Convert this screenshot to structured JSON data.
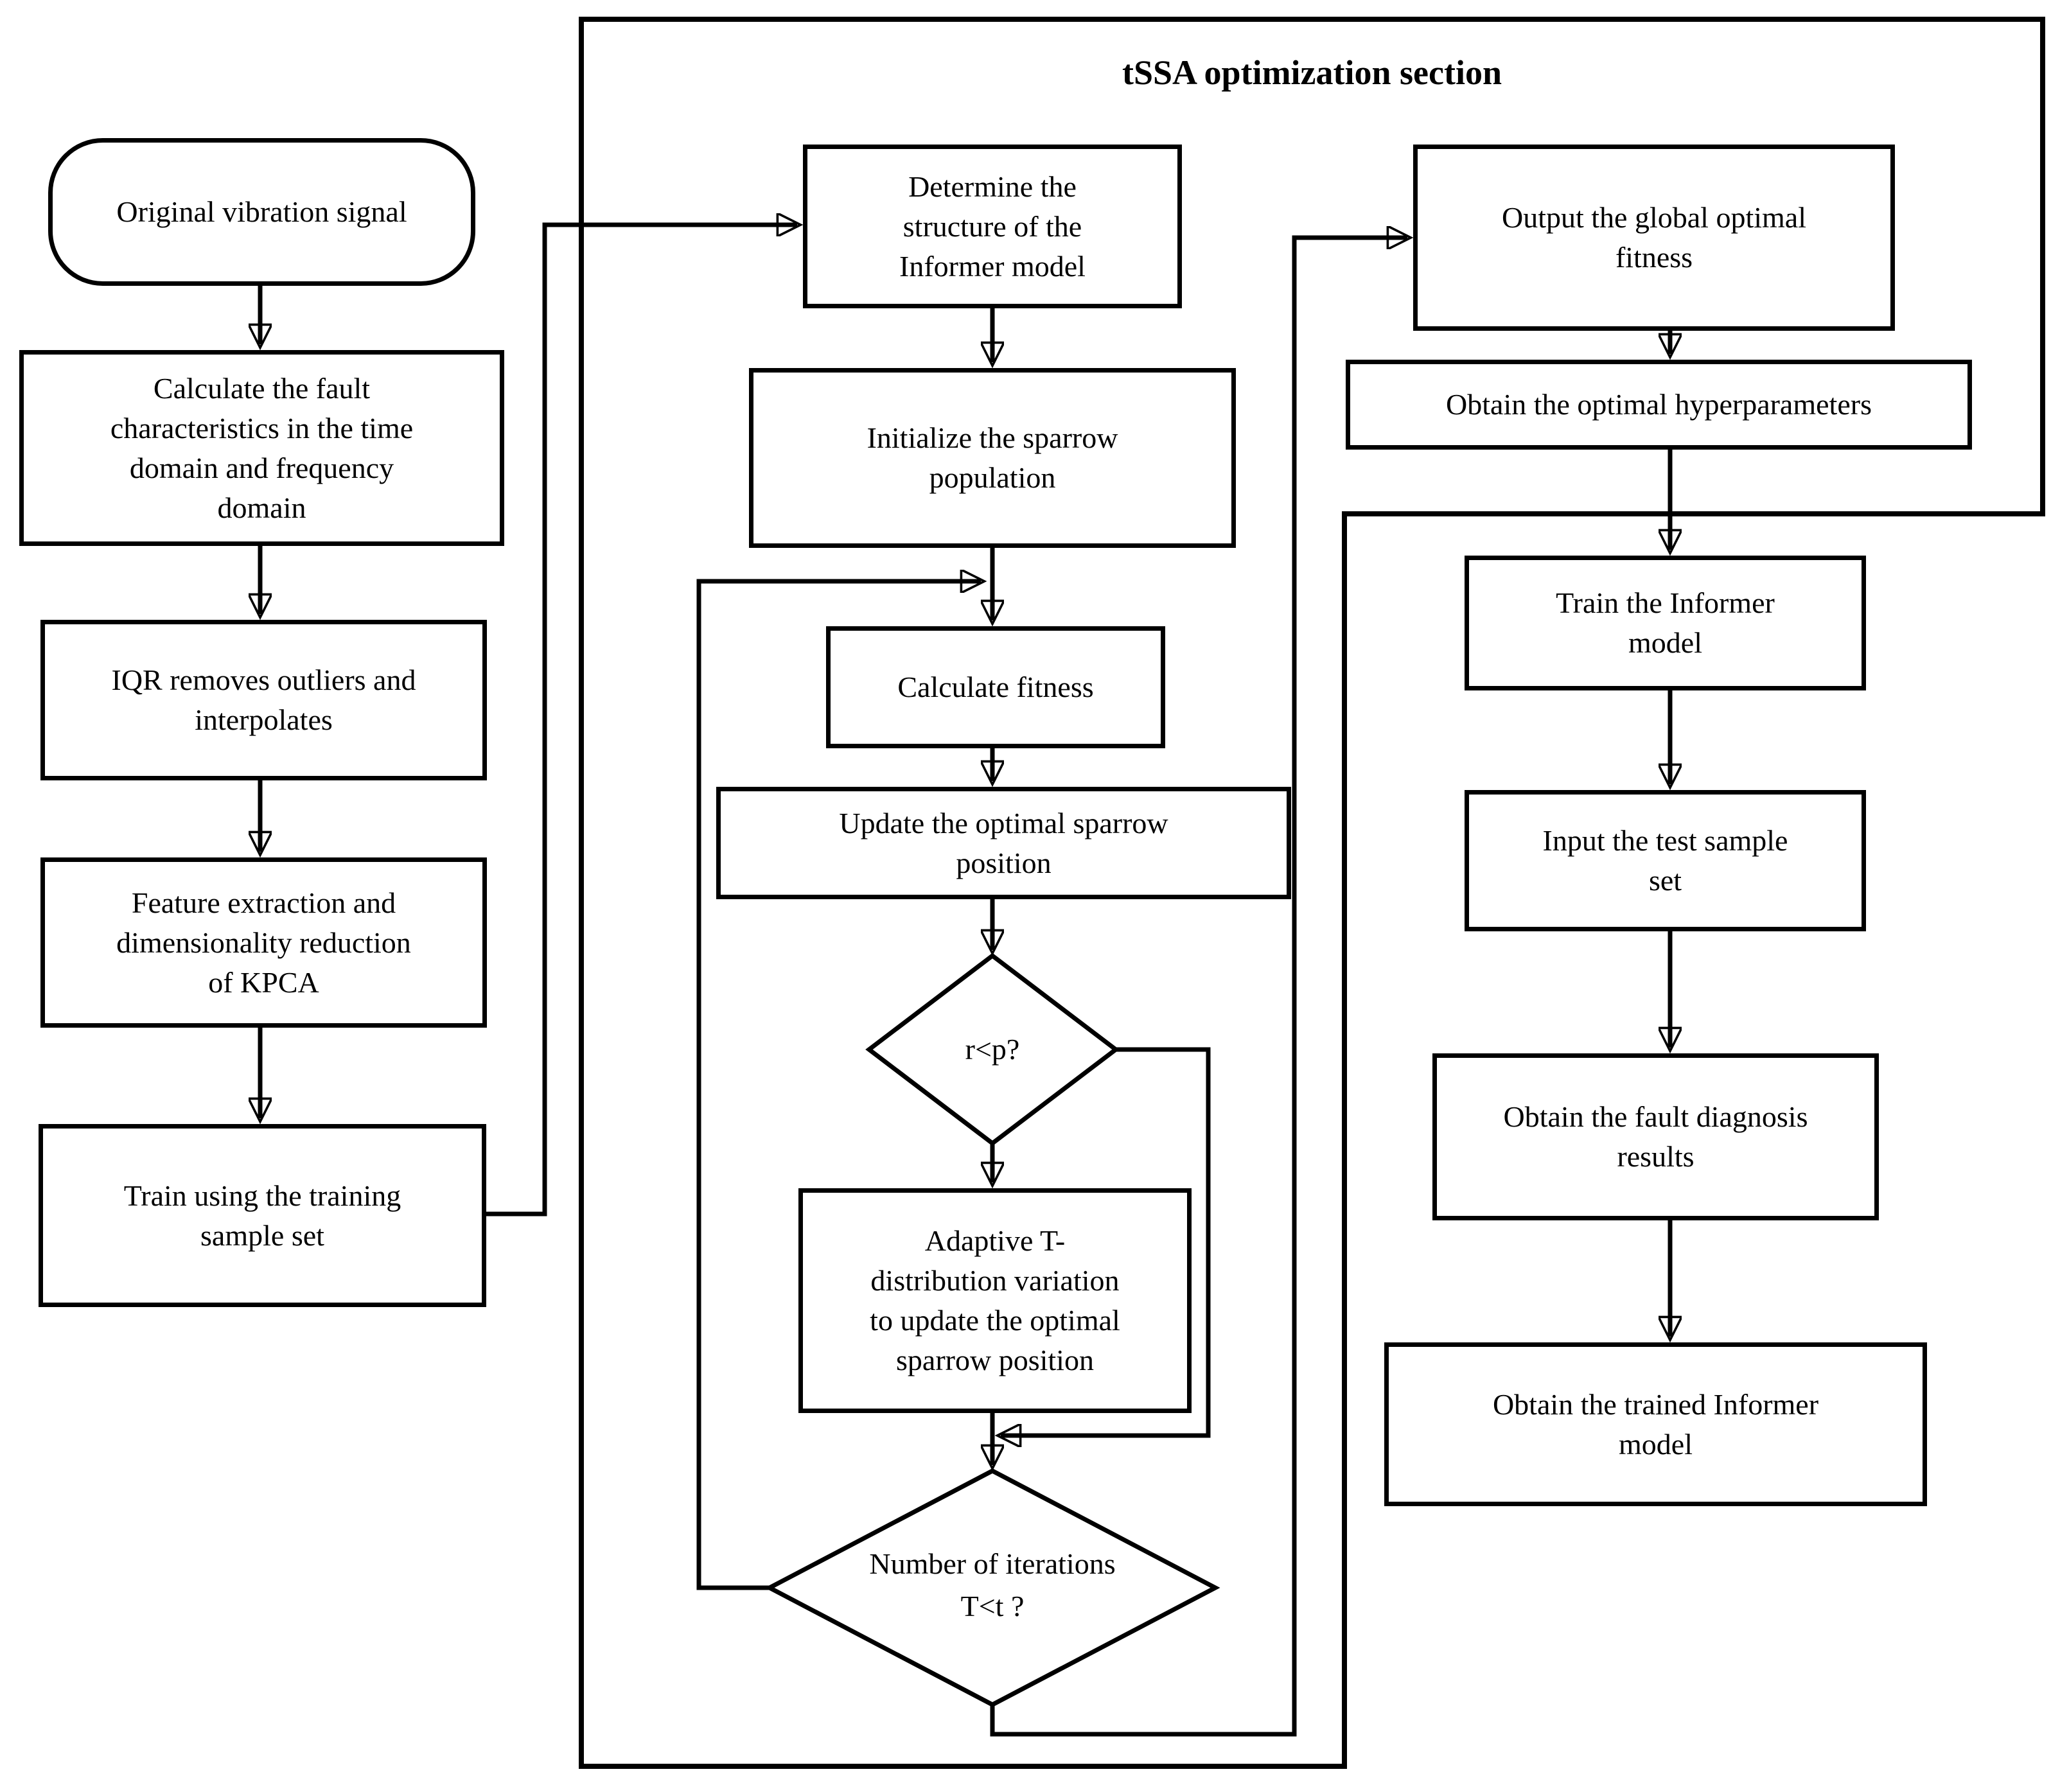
{
  "title": "tSSA optimization section",
  "nodes": {
    "original": {
      "label": "Original vibration signal"
    },
    "calc_fault": {
      "label": "Calculate the fault\ncharacteristics in the time\ndomain and frequency\ndomain"
    },
    "iqr": {
      "label": "IQR removes outliers and\ninterpolates"
    },
    "kpca": {
      "label": "Feature extraction and\ndimensionality reduction\nof KPCA"
    },
    "train_sample": {
      "label": "Train using the training\nsample set"
    },
    "determine": {
      "label": "Determine the\nstructure of the\nInformer model"
    },
    "init_pop": {
      "label": "Initialize the sparrow\npopulation"
    },
    "calc_fitness": {
      "label": "Calculate fitness"
    },
    "update_pos": {
      "label": "Update the optimal sparrow\nposition"
    },
    "r_lt_p": {
      "label": "r<p?"
    },
    "adaptive_t": {
      "label": "Adaptive T-\ndistribution variation\nto update the optimal\nsparrow position"
    },
    "iter_check": {
      "label": "Number of iterations\nT<t ?"
    },
    "output_fitness": {
      "label": "Output the global optimal\nfitness"
    },
    "hyperparams": {
      "label": "Obtain the optimal hyperparameters"
    },
    "train_informer": {
      "label": "Train the Informer\nmodel"
    },
    "test_sample": {
      "label": "Input the test sample\nset"
    },
    "diagnosis": {
      "label": "Obtain the fault diagnosis\nresults"
    },
    "trained_model": {
      "label": "Obtain the trained Informer\nmodel"
    }
  },
  "colors": {
    "line": "#000000",
    "background": "#ffffff",
    "text": "#000000"
  }
}
